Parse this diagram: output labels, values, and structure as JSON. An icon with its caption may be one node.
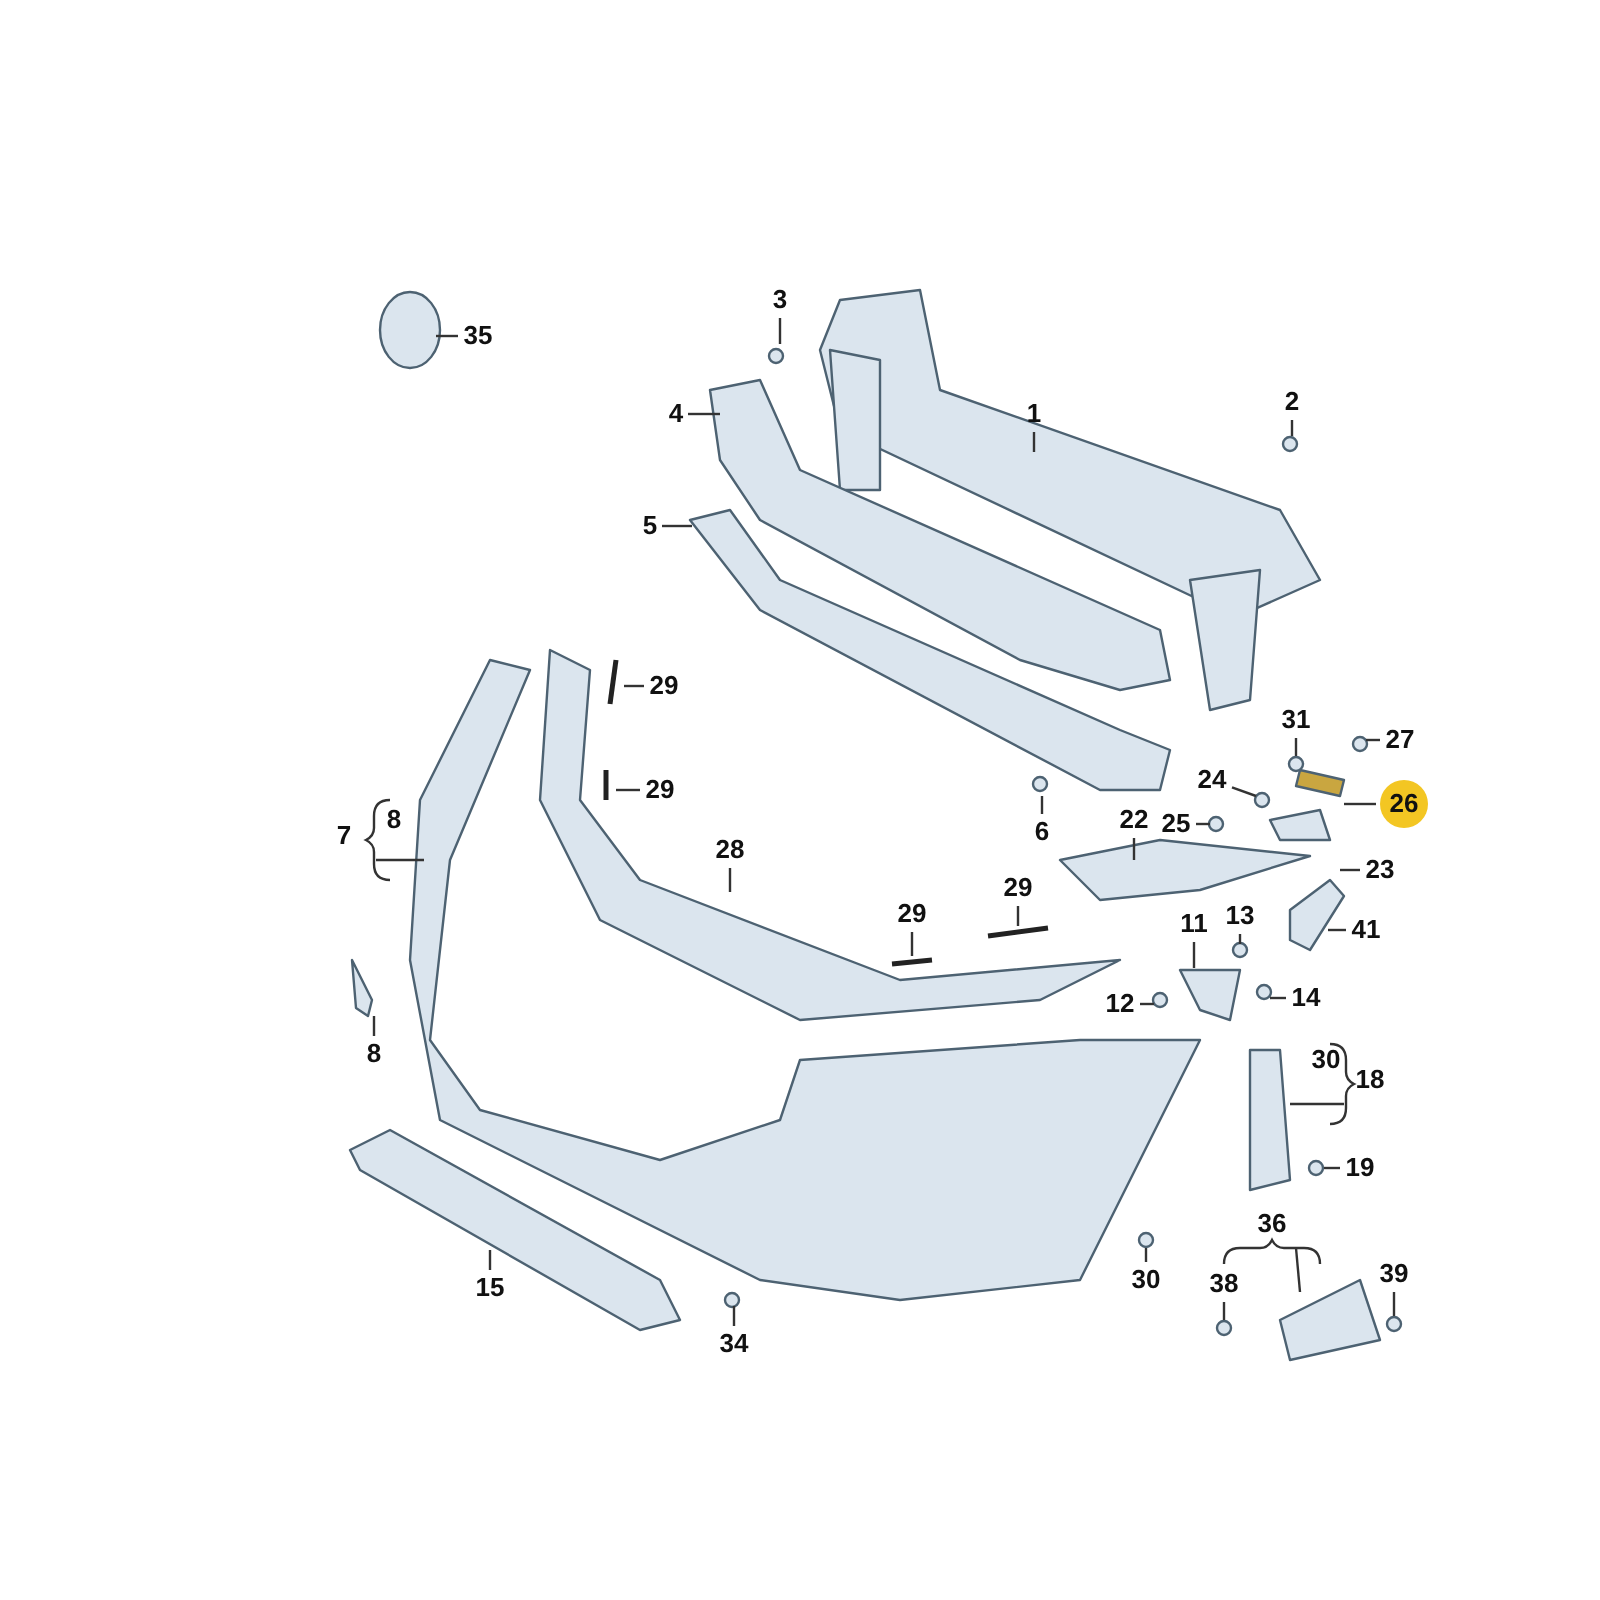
{
  "diagram": {
    "nodes": [
      {
        "text": [
          "35"
        ]
      },
      {
        "text": [
          "3"
        ]
      },
      {
        "text": [
          "1"
        ]
      },
      {
        "text": [
          "2"
        ]
      },
      {
        "text": [
          "4"
        ]
      },
      {
        "text": [
          "5"
        ]
      },
      {
        "text": [
          "29"
        ]
      },
      {
        "text": [
          "29"
        ]
      },
      {
        "text": [
          "7"
        ]
      },
      {
        "text": [
          "8"
        ]
      },
      {
        "text": [
          "28"
        ]
      },
      {
        "text": [
          "29"
        ]
      },
      {
        "text": [
          "29"
        ]
      },
      {
        "text": [
          "6"
        ]
      },
      {
        "text": [
          "22"
        ]
      },
      {
        "text": [
          "24"
        ]
      },
      {
        "text": [
          "25"
        ]
      },
      {
        "text": [
          "31"
        ]
      },
      {
        "text": [
          "27"
        ]
      },
      {
        "text": [
          "26"
        ]
      },
      {
        "text": [
          "23"
        ]
      },
      {
        "text": [
          "11"
        ]
      },
      {
        "text": [
          "13"
        ]
      },
      {
        "text": [
          "12"
        ]
      },
      {
        "text": [
          "14"
        ]
      },
      {
        "text": [
          "41"
        ]
      },
      {
        "text": [
          "18"
        ]
      },
      {
        "text": [
          "19"
        ]
      },
      {
        "text": [
          "30"
        ]
      },
      {
        "text": [
          "36"
        ]
      },
      {
        "text": [
          "38"
        ]
      },
      {
        "text": [
          "39"
        ]
      },
      {
        "text": [
          "15"
        ]
      },
      {
        "text": [
          "34"
        ]
      }
    ],
    "edges": [
      {
        "from": 0,
        "to": null,
        "arrow": "none"
      },
      {
        "from": 1,
        "to": null,
        "arrow": "none"
      },
      {
        "from": 2,
        "to": null,
        "arrow": "none"
      },
      {
        "from": 3,
        "to": null,
        "arrow": "none"
      },
      {
        "from": 4,
        "to": null,
        "arrow": "none"
      },
      {
        "from": 5,
        "to": null,
        "arrow": "none"
      },
      {
        "from": 6,
        "to": null,
        "arrow": "none"
      },
      {
        "from": 7,
        "to": null,
        "arrow": "none"
      },
      {
        "from": 8,
        "to": null,
        "arrow": "none"
      },
      {
        "from": 9,
        "to": null,
        "arrow": "none"
      },
      {
        "from": 10,
        "to": null,
        "arrow": "none"
      },
      {
        "from": 11,
        "to": null,
        "arrow": "none"
      },
      {
        "from": 12,
        "to": null,
        "arrow": "none"
      },
      {
        "from": 13,
        "to": null,
        "arrow": "none"
      },
      {
        "from": 14,
        "to": null,
        "arrow": "none"
      },
      {
        "from": 15,
        "to": null,
        "arrow": "none"
      },
      {
        "from": 16,
        "to": null,
        "arrow": "none"
      },
      {
        "from": 17,
        "to": null,
        "arrow": "none"
      },
      {
        "from": 18,
        "to": null,
        "arrow": "none"
      },
      {
        "from": 19,
        "to": null,
        "arrow": "none"
      },
      {
        "from": 20,
        "to": null,
        "arrow": "none"
      },
      {
        "from": 21,
        "to": null,
        "arrow": "none"
      },
      {
        "from": 22,
        "to": null,
        "arrow": "none"
      },
      {
        "from": 23,
        "to": null,
        "arrow": "none"
      },
      {
        "from": 24,
        "to": null,
        "arrow": "none"
      },
      {
        "from": 25,
        "to": null,
        "arrow": "none"
      },
      {
        "from": 26,
        "to": null,
        "arrow": "none"
      },
      {
        "from": 27,
        "to": null,
        "arrow": "none"
      },
      {
        "from": 28,
        "to": null,
        "arrow": "none"
      },
      {
        "from": 29,
        "to": null,
        "arrow": "none"
      },
      {
        "from": 30,
        "to": null,
        "arrow": "none"
      },
      {
        "from": 31,
        "to": null,
        "arrow": "none"
      },
      {
        "from": 32,
        "to": null,
        "arrow": "none"
      },
      {
        "from": 33,
        "to": null,
        "arrow": "none"
      }
    ],
    "labels": [
      "8",
      "30"
    ]
  }
}
